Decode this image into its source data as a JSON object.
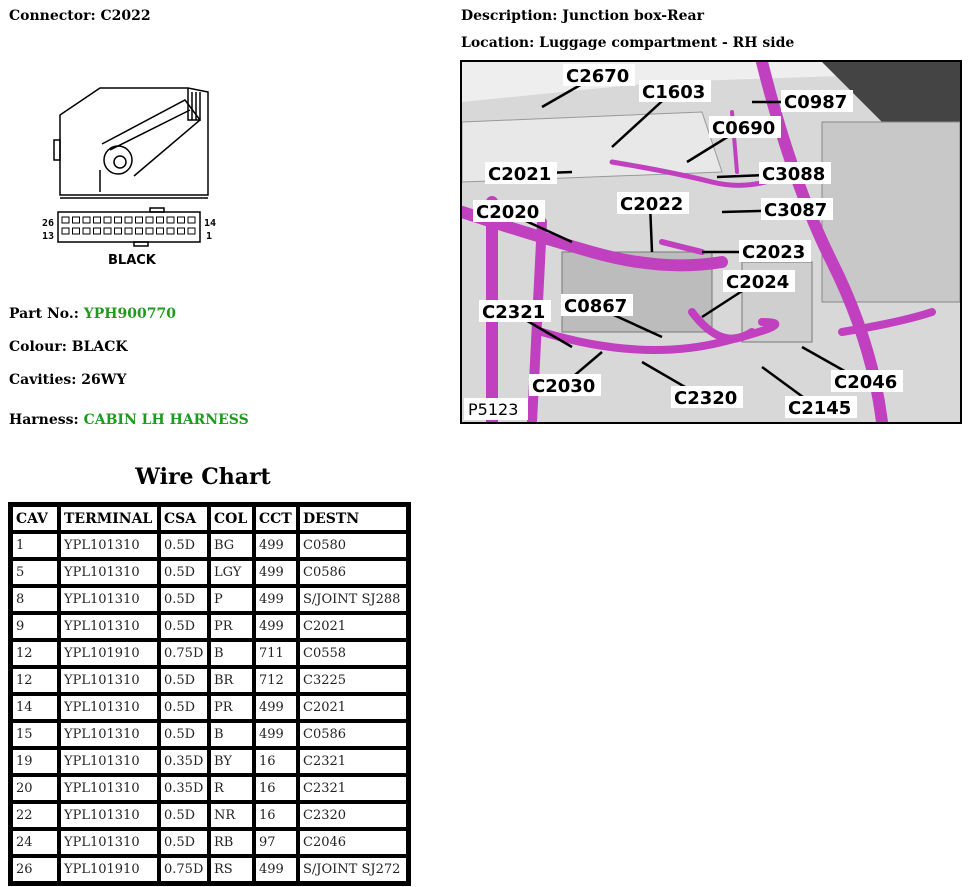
{
  "connector": {
    "label": "Connector:",
    "value": "C2022"
  },
  "description": {
    "label": "Description:",
    "value": "Junction box-Rear"
  },
  "location": {
    "label": "Location:",
    "value": "Luggage compartment - RH side"
  },
  "drawing": {
    "pin_left_top": "26",
    "pin_left_bottom": "13",
    "pin_right_top": "14",
    "pin_right_bottom": "1",
    "colour_text": "BLACK"
  },
  "part_no": {
    "label": "Part No.:",
    "value": "YPH900770"
  },
  "colour": {
    "label": "Colour:",
    "value": "BLACK"
  },
  "cavities": {
    "label": "Cavities:",
    "value": "26WY"
  },
  "harness": {
    "label": "Harness:",
    "value": "CABIN LH HARNESS"
  },
  "photo": {
    "ref": "P5123",
    "callouts": [
      "C2670",
      "C1603",
      "C0987",
      "C0690",
      "C2021",
      "C3088",
      "C2020",
      "C2022",
      "C3087",
      "C2023",
      "C2024",
      "C0867",
      "C2321",
      "C2030",
      "C2320",
      "C2046",
      "C2145"
    ]
  },
  "wire_chart": {
    "title": "Wire Chart",
    "headers": [
      "CAV",
      "TERMINAL",
      "CSA",
      "COL",
      "CCT",
      "DESTN"
    ],
    "rows": [
      [
        "1",
        "YPL101310",
        "0.5D",
        "BG",
        "499",
        "C0580"
      ],
      [
        "5",
        "YPL101310",
        "0.5D",
        "LGY",
        "499",
        "C0586"
      ],
      [
        "8",
        "YPL101310",
        "0.5D",
        "P",
        "499",
        "S/JOINT SJ288"
      ],
      [
        "9",
        "YPL101310",
        "0.5D",
        "PR",
        "499",
        "C2021"
      ],
      [
        "12",
        "YPL101910",
        "0.75D",
        "B",
        "711",
        "C0558"
      ],
      [
        "12",
        "YPL101310",
        "0.5D",
        "BR",
        "712",
        "C3225"
      ],
      [
        "14",
        "YPL101310",
        "0.5D",
        "PR",
        "499",
        "C2021"
      ],
      [
        "15",
        "YPL101310",
        "0.5D",
        "B",
        "499",
        "C0586"
      ],
      [
        "19",
        "YPL101310",
        "0.35D",
        "BY",
        "16",
        "C2321"
      ],
      [
        "20",
        "YPL101310",
        "0.35D",
        "R",
        "16",
        "C2321"
      ],
      [
        "22",
        "YPL101310",
        "0.5D",
        "NR",
        "16",
        "C2320"
      ],
      [
        "24",
        "YPL101310",
        "0.5D",
        "RB",
        "97",
        "C2046"
      ],
      [
        "26",
        "YPL101910",
        "0.75D",
        "RS",
        "499",
        "S/JOINT SJ272"
      ]
    ]
  },
  "colors": {
    "accent_green": "#1f9a1f",
    "harness_magenta": "#c040c0"
  }
}
